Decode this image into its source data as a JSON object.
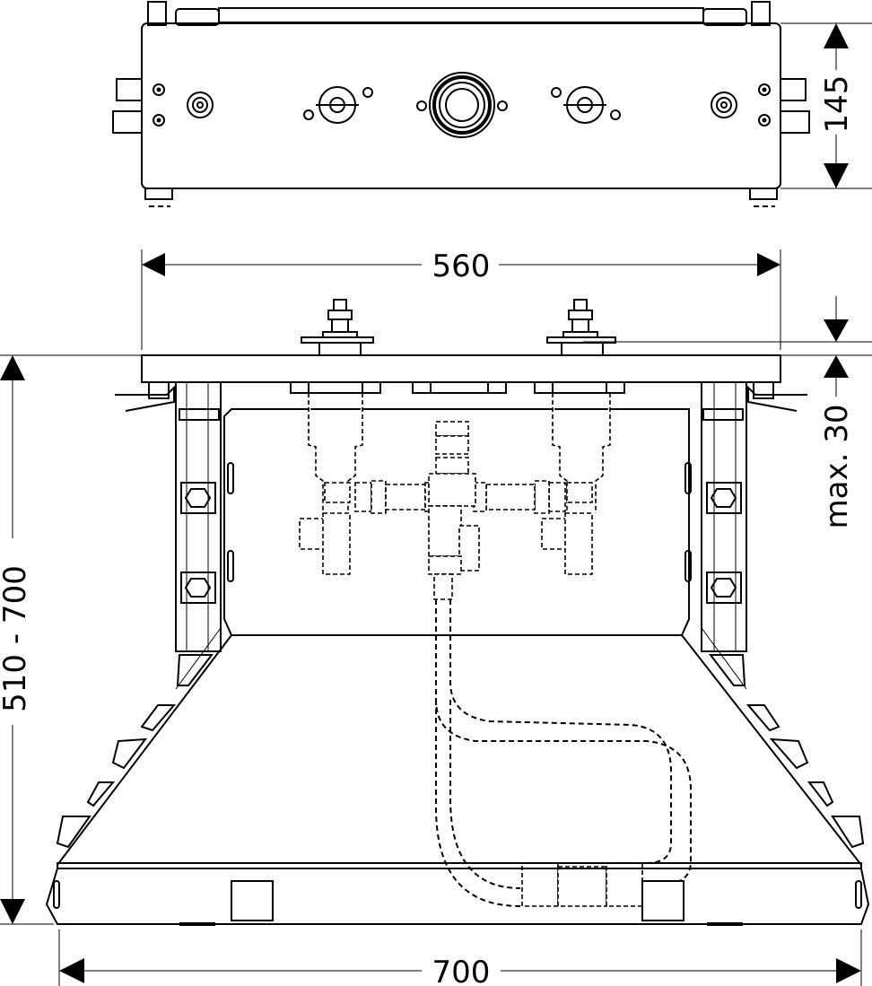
{
  "dimensions": {
    "top_height": "145",
    "width_inner": "560",
    "max_offset": "max. 30",
    "height_range": "510 - 700",
    "width_outer": "700"
  }
}
